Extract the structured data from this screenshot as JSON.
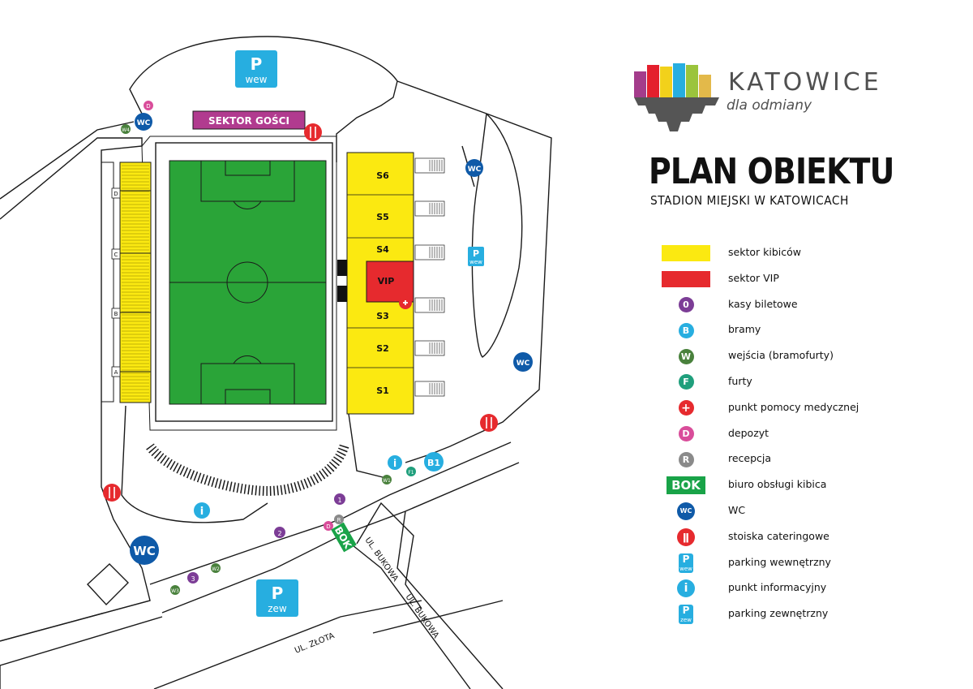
{
  "brand": {
    "name": "KATOWICE",
    "tagline": "dla odmiany",
    "logo_colors": [
      "#a43c8b",
      "#e41f2d",
      "#f2d11b",
      "#27aee0",
      "#9bc43c",
      "#e3b94a"
    ]
  },
  "title": "PLAN OBIEKTU",
  "subtitle": "STADION MIEJSKI W KATOWICACH",
  "colors": {
    "pitch": "#2aa438",
    "stands_yellow": "#fbe911",
    "vip_red": "#e62a2e",
    "guest_sector": "#b13b8f",
    "ticket_purple": "#7c3d96",
    "gate_cyan": "#27aee0",
    "entrance_green": "#49813c",
    "furta_teal": "#1f9f7c",
    "medical_red": "#e62a2e",
    "deposit_pink": "#d94d9a",
    "reception_grey": "#8a8a8a",
    "bok_green": "#19a348",
    "wc_blue": "#0f5aa8",
    "catering_red": "#e62a2e",
    "parking_blue": "#27aee0"
  },
  "map": {
    "guest_sector": "SEKTOR GOŚCI",
    "sectors": [
      "S6",
      "S5",
      "S4",
      "VIP",
      "S3",
      "S2",
      "S1"
    ],
    "west_stand_letters": [
      "D",
      "C",
      "B",
      "A"
    ],
    "streets": [
      "UL. BUKOWA",
      "UL. BUKOWA",
      "UL. ZŁOTA"
    ],
    "parking_inner": {
      "p": "P",
      "sub": "wew"
    },
    "parking_outer": {
      "p": "P",
      "sub": "zew"
    },
    "wc": "WC",
    "gate": "B1",
    "bok": "BOK",
    "entrances": [
      "W1",
      "W2",
      "W3",
      "W4"
    ],
    "furta": "F1",
    "tickets": [
      "1",
      "2",
      "3"
    ],
    "deposit": "D",
    "reception": "R",
    "info": "i"
  },
  "legend": [
    {
      "icon": "yellow-swatch",
      "label": "sektor kibiców"
    },
    {
      "icon": "red-swatch",
      "label": "sektor VIP"
    },
    {
      "icon": "ticket-icon",
      "symbol": "0",
      "label": "kasy biletowe"
    },
    {
      "icon": "gate-icon",
      "symbol": "B",
      "label": "bramy"
    },
    {
      "icon": "entrance-icon",
      "symbol": "W",
      "label": "wejścia (bramofurty)"
    },
    {
      "icon": "furta-icon",
      "symbol": "F",
      "label": "furty"
    },
    {
      "icon": "medical-icon",
      "label": "punkt pomocy medycznej"
    },
    {
      "icon": "deposit-icon",
      "symbol": "D",
      "label": "depozyt"
    },
    {
      "icon": "reception-icon",
      "symbol": "R",
      "label": "recepcja"
    },
    {
      "icon": "bok-icon",
      "symbol": "BOK",
      "label": "biuro obsługi kibica"
    },
    {
      "icon": "wc-icon",
      "symbol": "WC",
      "label": "WC"
    },
    {
      "icon": "catering-icon",
      "label": "stoiska cateringowe"
    },
    {
      "icon": "parking-inner-icon",
      "symbol": "P",
      "sub": "wew",
      "label": "parking wewnętrzny"
    },
    {
      "icon": "info-icon",
      "symbol": "i",
      "label": "punkt informacyjny"
    },
    {
      "icon": "parking-outer-icon",
      "symbol": "P",
      "sub": "zew",
      "label": "parking zewnętrzny"
    }
  ]
}
